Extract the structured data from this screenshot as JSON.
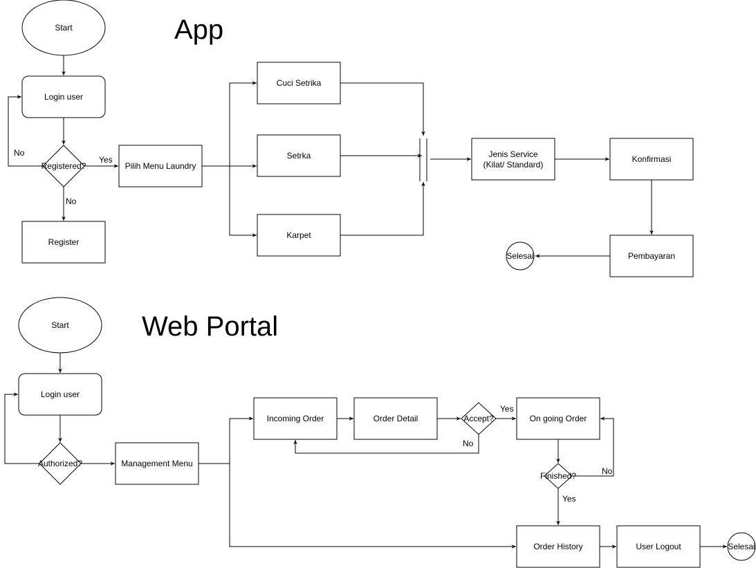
{
  "titles": {
    "app": "App",
    "web": "Web Portal"
  },
  "app": {
    "start": "Start",
    "login": "Login user",
    "registered": "Registered?",
    "register": "Register",
    "pilih_menu": "Pilih Menu Laundry",
    "cuci_setrika": "Cuci Setrika",
    "setrka": "Setrka",
    "karpet": "Karpet",
    "jenis_service_line1": "Jenis Service",
    "jenis_service_line2": "(Kilat/ Standard)",
    "konfirmasi": "Konfirmasi",
    "pembayaran": "Pembayaran",
    "selesai": "Selesai",
    "label_no_loop": "No",
    "label_yes": "Yes",
    "label_no_down": "No"
  },
  "web": {
    "start": "Start",
    "login": "Login user",
    "authorized": "Authorized?",
    "management_menu": "Management Menu",
    "incoming_order": "Incoming Order",
    "order_detail": "Order Detail",
    "accept": "Accept?",
    "ongoing_order": "On going Order",
    "finished": "Finished?",
    "order_history": "Order History",
    "user_logout": "User Logout",
    "selesai": "Selesai",
    "label_accept_yes": "Yes",
    "label_accept_no": "No",
    "label_finished_no": "No",
    "label_finished_yes": "Yes"
  }
}
